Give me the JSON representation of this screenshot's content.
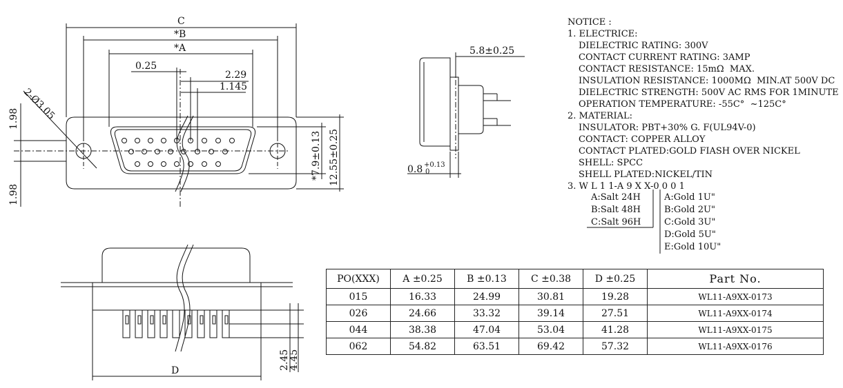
{
  "dimensions": {
    "c": "C",
    "b": "*B",
    "a": "*A",
    "d": "D",
    "d025": "0.25",
    "d229": "2.29",
    "d1145": "1.145",
    "hole": "2-Ø3.05",
    "d198_top": "1.98",
    "d198_bot": "1.98",
    "d79": "*7.9±0.13",
    "d1255": "12.55±0.25",
    "d58": "5.8±0.25",
    "d08": "0.8",
    "d08_tol_up": "+0.13",
    "d08_tol_low": "0",
    "d245": "2.45",
    "d445": "4.45"
  },
  "notice": {
    "title": "NOTICE :",
    "electric_heading": "1. ELECTRICE:",
    "electric": [
      "DIELECTRIC RATING: 300V",
      "CONTACT CURRENT RATING: 3AMP",
      "CONTACT RESISTANCE: 15mΩ  MAX.",
      "INSULATION RESISTANCE: 1000MΩ  MIN.AT 500V DC",
      "DIELECTRIC STRENGTH: 500V AC RMS FOR 1MINUTE",
      "OPERATION TEMPERATURE: -55C°  ~125C°"
    ],
    "material_heading": "2. MATERIAL:",
    "material": [
      "INSULATOR: PBT+30% G. F(UL94V-0)",
      "CONTACT: COPPER ALLOY",
      "CONTACT PLATED:GOLD FIASH OVER NICKEL",
      "SHELL: SPCC",
      "SHELL PLATED:NICKEL/TIN"
    ],
    "code_line": "3. W L 1 1-A 9 X X-0 0 0 1",
    "salt_options": [
      "A:Salt 24H",
      "B:Salt 48H",
      "C:Salt 96H"
    ],
    "gold_options": [
      "A:Gold 1U\"",
      "B:Gold 2U\"",
      "C:Gold 3U\"",
      "D:Gold 5U\"",
      "E:Gold 10U\""
    ]
  },
  "table": {
    "headers": [
      "PO(XXX)",
      "A ±0.25",
      "B ±0.13",
      "C ±0.38",
      "D ±0.25",
      "Part   No."
    ],
    "rows": [
      [
        "015",
        "16.33",
        "24.99",
        "30.81",
        "19.28",
        "WL11-A9XX-0173"
      ],
      [
        "026",
        "24.66",
        "33.32",
        "39.14",
        "27.51",
        "WL11-A9XX-0174"
      ],
      [
        "044",
        "38.38",
        "47.04",
        "53.04",
        "41.28",
        "WL11-A9XX-0175"
      ],
      [
        "062",
        "54.82",
        "63.51",
        "69.42",
        "57.32",
        "WL11-A9XX-0176"
      ]
    ]
  }
}
